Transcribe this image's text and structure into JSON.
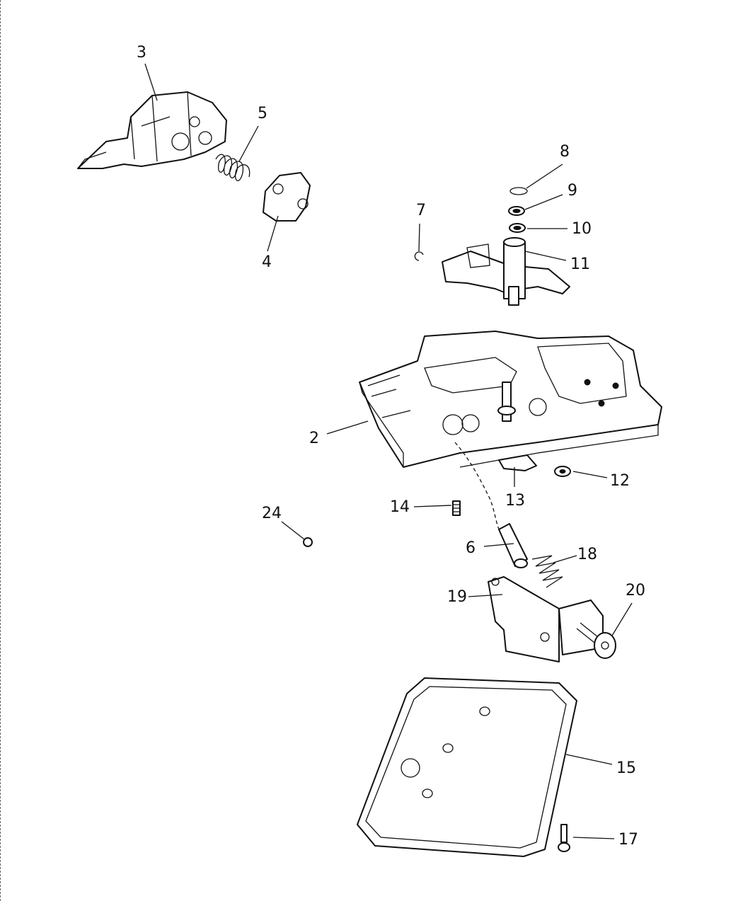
{
  "callouts": [
    {
      "id": "3",
      "text": "3"
    },
    {
      "id": "5",
      "text": "5"
    },
    {
      "id": "4",
      "text": "4"
    },
    {
      "id": "8",
      "text": "8"
    },
    {
      "id": "9",
      "text": "9"
    },
    {
      "id": "7",
      "text": "7"
    },
    {
      "id": "10",
      "text": "10"
    },
    {
      "id": "11",
      "text": "11"
    },
    {
      "id": "2",
      "text": "2"
    },
    {
      "id": "12",
      "text": "12"
    },
    {
      "id": "13",
      "text": "13"
    },
    {
      "id": "14",
      "text": "14"
    },
    {
      "id": "24",
      "text": "24"
    },
    {
      "id": "6",
      "text": "6"
    },
    {
      "id": "18",
      "text": "18"
    },
    {
      "id": "19",
      "text": "19"
    },
    {
      "id": "20",
      "text": "20"
    },
    {
      "id": "15",
      "text": "15"
    },
    {
      "id": "17",
      "text": "17"
    }
  ]
}
